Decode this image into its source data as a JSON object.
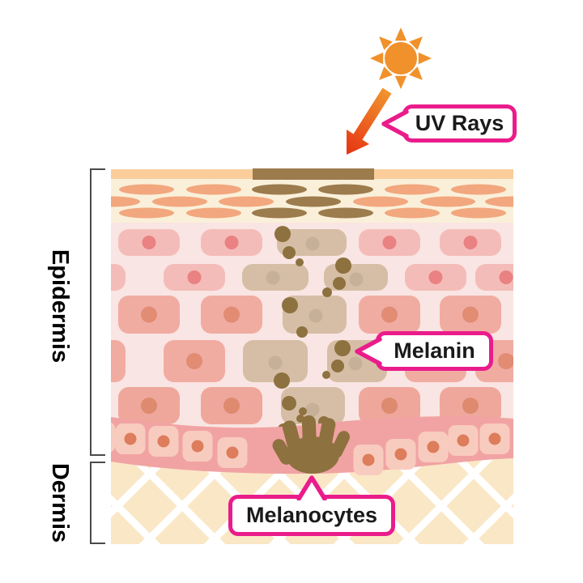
{
  "diagram": {
    "callouts": {
      "uv_rays": "UV Rays",
      "melanin": "Melanin",
      "melanocytes": "Melanocytes"
    },
    "section_labels": {
      "epidermis": "Epidermis",
      "dermis": "Dermis"
    },
    "icons": {
      "sun": "sun-icon",
      "uv_arrow": "uv-arrow-icon",
      "melanocyte": "melanocyte-hand-shape"
    },
    "colors": {
      "accent": "#EA1C8B",
      "callout_text": "#1A1A1A",
      "sun": "#F0912C",
      "arrow_start": "#F0952E",
      "arrow_end": "#E63312",
      "corneum": "#FACD9B",
      "tanned_corneum": "#9C7B4D",
      "granular_bg": "#FAF0DA",
      "granular_cell": "#F2A77E",
      "spinous_bg": "#F9E5E3",
      "cell_light": "#F4BCB8",
      "nucleus_light": "#EA8182",
      "cell_mid": "#F1ACA2",
      "nucleus_mid": "#E18C73",
      "cell_deep": "#EFA79C",
      "nucleus_deep": "#DE8A6E",
      "melanin_cell": "#D6BEA6",
      "melanin_cell_nucleus": "#C6B097",
      "melanin_dot": "#8D713F",
      "basal_band": "#F1A3A3",
      "basal_cell": "#F8CBBF",
      "basal_nucleus": "#DD7D5B",
      "dermis_bg": "#FAE7C6",
      "lattice": "#FFFFFF",
      "bracket": "#4A4A4A"
    }
  }
}
